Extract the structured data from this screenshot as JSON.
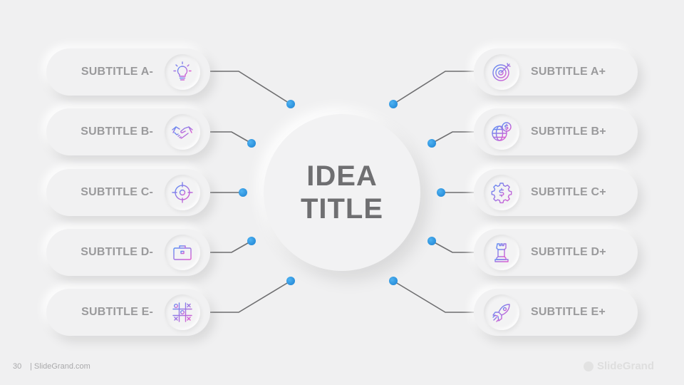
{
  "center": {
    "line1": "IDEA",
    "line2": "TITLE"
  },
  "left_items": [
    {
      "label": "SUBTITLE A-",
      "icon": "lightbulb-icon"
    },
    {
      "label": "SUBTITLE B-",
      "icon": "handshake-icon"
    },
    {
      "label": "SUBTITLE C-",
      "icon": "crosshair-icon"
    },
    {
      "label": "SUBTITLE D-",
      "icon": "briefcase-icon"
    },
    {
      "label": "SUBTITLE E-",
      "icon": "tic-tac-toe-icon"
    }
  ],
  "right_items": [
    {
      "label": "SUBTITLE A+",
      "icon": "target-icon"
    },
    {
      "label": "SUBTITLE B+",
      "icon": "globe-dollar-icon"
    },
    {
      "label": "SUBTITLE C+",
      "icon": "gear-dollar-icon"
    },
    {
      "label": "SUBTITLE D+",
      "icon": "chess-rook-icon"
    },
    {
      "label": "SUBTITLE E+",
      "icon": "rocket-icon"
    }
  ],
  "footer": {
    "page_number": "30",
    "site": "| SlideGrand.com",
    "brand": "SlideGrand"
  },
  "colors": {
    "background": "#f0f0f1",
    "dot": "#1f8ae0",
    "icon_gradient_start": "#7b5cf0",
    "icon_gradient_end": "#e05ad0",
    "connector": "#6e6e70"
  }
}
